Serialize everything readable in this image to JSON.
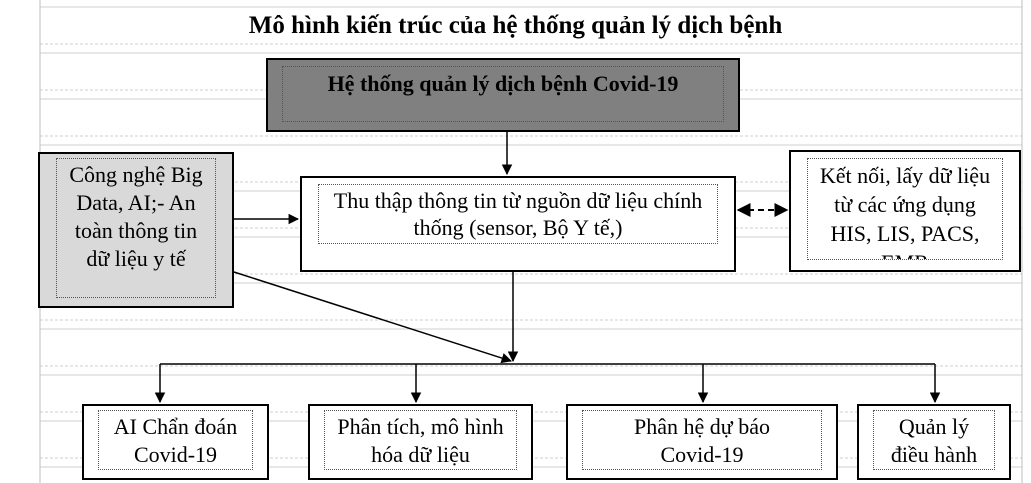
{
  "title": "Mô hình kiến trúc của hệ thống quản lý dịch bệnh",
  "colors": {
    "top_box_fill": "#808080",
    "side_box_fill": "#d9d9d9",
    "line": "#000000"
  },
  "nodes": {
    "main_system": {
      "lines": [
        "Hệ thống quản lý dịch bệnh Covid-19"
      ]
    },
    "technology": {
      "lines": [
        "Công nghệ Big",
        "Data, AI;- An",
        "toàn thông tin",
        "dữ liệu y tế"
      ]
    },
    "data_collection": {
      "lines": [
        "Thu thập thông tin từ nguồn dữ liệu chính",
        "thống (sensor, Bộ Y tế,)"
      ]
    },
    "connections": {
      "lines": [
        "Kết nối, lấy dữ liệu",
        "từ các ứng dụng",
        "HIS, LIS, PACS,",
        "EMR"
      ]
    },
    "ai_diagnosis": {
      "lines": [
        "AI Chẩn đoán",
        "Covid-19"
      ]
    },
    "analysis": {
      "lines": [
        "Phân tích, mô hình",
        "hóa dữ liệu"
      ]
    },
    "forecast": {
      "lines": [
        "Phân hệ dự báo",
        "Covid-19"
      ]
    },
    "management": {
      "lines": [
        "Quản lý",
        "điều hành"
      ]
    }
  }
}
